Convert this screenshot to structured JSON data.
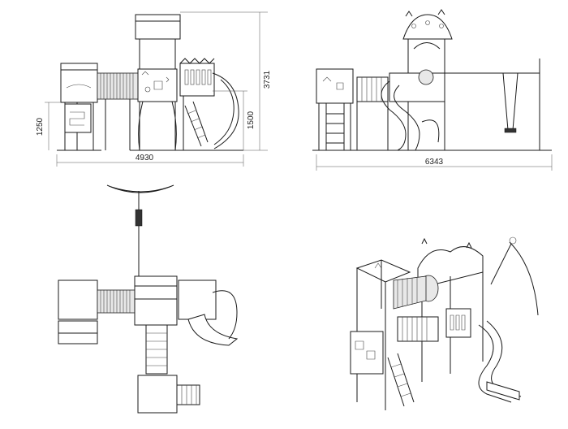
{
  "dimensions": {
    "front_width": "4930",
    "front_height_total": "3731",
    "front_height_platform": "1500",
    "front_height_left": "1250",
    "side_width": "6343"
  }
}
